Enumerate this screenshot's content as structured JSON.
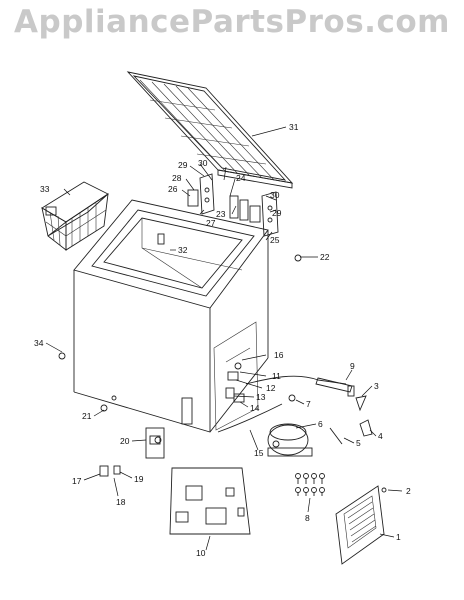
{
  "watermark": "AppliancePartsPros.com",
  "callouts": [
    {
      "id": "c1",
      "label": "1"
    },
    {
      "id": "c2",
      "label": "2"
    },
    {
      "id": "c3",
      "label": "3"
    },
    {
      "id": "c4",
      "label": "4"
    },
    {
      "id": "c5",
      "label": "5"
    },
    {
      "id": "c6",
      "label": "6"
    },
    {
      "id": "c7",
      "label": "7"
    },
    {
      "id": "c8",
      "label": "8"
    },
    {
      "id": "c9",
      "label": "9"
    },
    {
      "id": "c10",
      "label": "10"
    },
    {
      "id": "c11",
      "label": "11"
    },
    {
      "id": "c12",
      "label": "12"
    },
    {
      "id": "c13",
      "label": "13"
    },
    {
      "id": "c14",
      "label": "14"
    },
    {
      "id": "c15",
      "label": "15"
    },
    {
      "id": "c16",
      "label": "16"
    },
    {
      "id": "c17",
      "label": "17"
    },
    {
      "id": "c18",
      "label": "18"
    },
    {
      "id": "c19",
      "label": "19"
    },
    {
      "id": "c20",
      "label": "20"
    },
    {
      "id": "c21",
      "label": "21"
    },
    {
      "id": "c22",
      "label": "22"
    },
    {
      "id": "c23",
      "label": "23"
    },
    {
      "id": "c24",
      "label": "24"
    },
    {
      "id": "c25",
      "label": "25"
    },
    {
      "id": "c26",
      "label": "26"
    },
    {
      "id": "c27",
      "label": "27"
    },
    {
      "id": "c28",
      "label": "28"
    },
    {
      "id": "c29a",
      "label": "29"
    },
    {
      "id": "c29b",
      "label": "29"
    },
    {
      "id": "c30a",
      "label": "30"
    },
    {
      "id": "c30b",
      "label": "30"
    },
    {
      "id": "c31",
      "label": "31"
    },
    {
      "id": "c32",
      "label": "32"
    },
    {
      "id": "c33",
      "label": "33"
    },
    {
      "id": "c34",
      "label": "34"
    }
  ]
}
